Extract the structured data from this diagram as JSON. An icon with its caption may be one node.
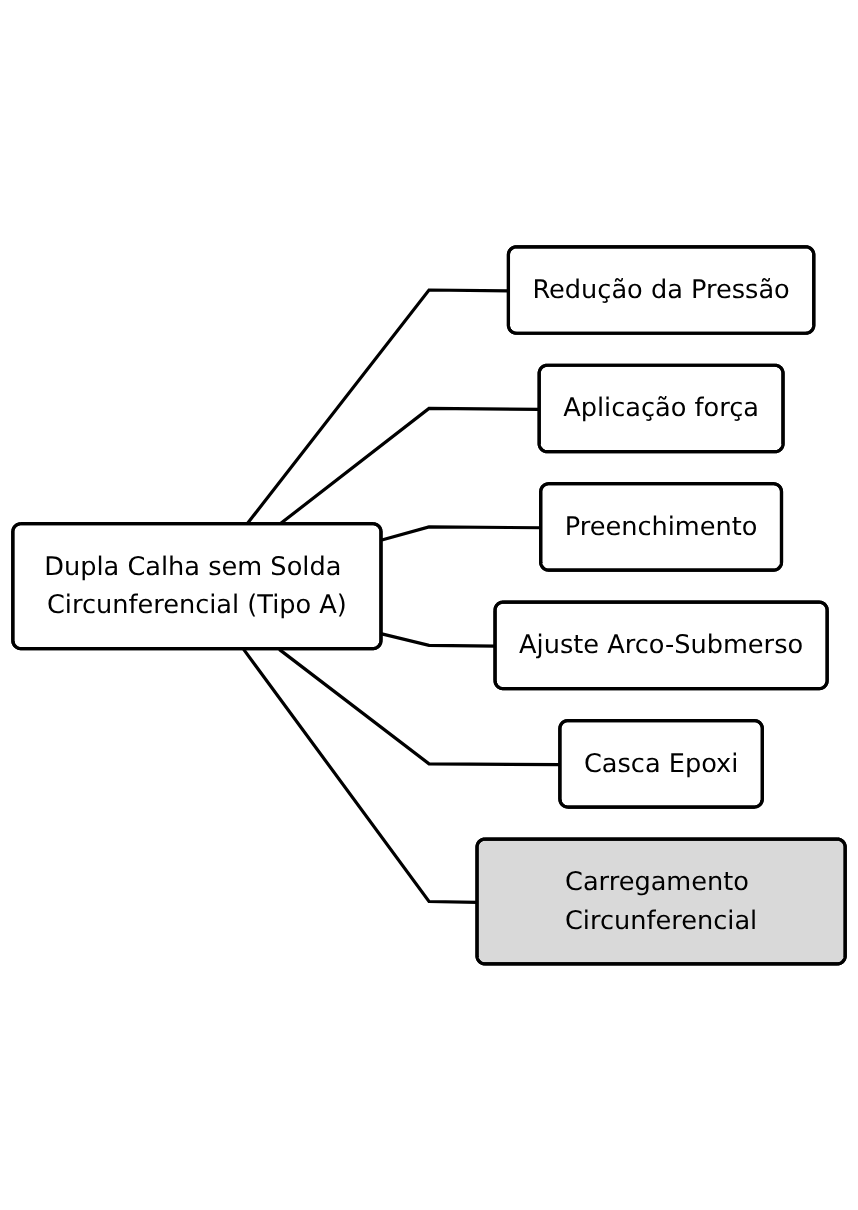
{
  "diagram": {
    "nodes": [
      {
        "text": [
          "Dupla Calha sem Solda Circunferencial (Tipo A)"
        ]
      },
      {
        "text": [
          "Redução da Pressão"
        ]
      },
      {
        "text": [
          "Aplicação força"
        ]
      },
      {
        "text": [
          "Preenchimento"
        ]
      },
      {
        "text": [
          "Ajuste Arco-Submerso"
        ]
      },
      {
        "text": [
          "Casca Epoxi"
        ]
      },
      {
        "text": [
          "Carregamento Circunferencial"
        ]
      }
    ],
    "edges": [
      {
        "from": 0,
        "to": 1,
        "arrow": "none"
      },
      {
        "from": 0,
        "to": 2,
        "arrow": "none"
      },
      {
        "from": 0,
        "to": 3,
        "arrow": "none"
      },
      {
        "from": 0,
        "to": 4,
        "arrow": "none"
      },
      {
        "from": 0,
        "to": 5,
        "arrow": "none"
      },
      {
        "from": 0,
        "to": 6,
        "arrow": "none"
      }
    ]
  }
}
